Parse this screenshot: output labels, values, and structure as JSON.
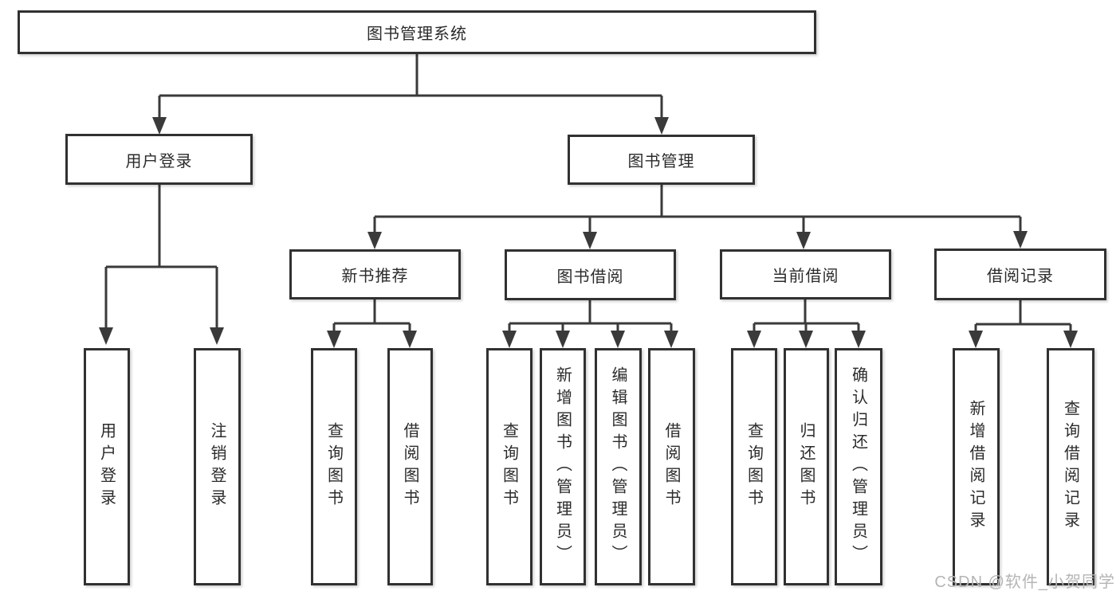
{
  "nodes": {
    "root": "图书管理系统",
    "user_login": "用户登录",
    "book_mgmt": "图书管理",
    "new_book_rec": "新书推荐",
    "book_borrow": "图书借阅",
    "current_borrow": "当前借阅",
    "borrow_records": "借阅记录",
    "leaf_user_login": "用户登录",
    "leaf_logout": "注销登录",
    "leaf_query_book_rec": "查询图书",
    "leaf_borrow_book_rec": "借阅图书",
    "leaf_query_book_borrow": "查询图书",
    "leaf_add_book": "新增图书（管理员）",
    "leaf_edit_book": "编辑图书（管理员）",
    "leaf_borrow_book_borrow": "借阅图书",
    "leaf_query_book_current": "查询图书",
    "leaf_return_book": "归还图书",
    "leaf_confirm_return": "确认归还（管理员）",
    "leaf_add_borrow_record": "新增借阅记录",
    "leaf_query_borrow_record": "查询借阅记录"
  },
  "watermark": "CSDN @软件_小贺同学",
  "colors": {
    "line": "#3a3a3a",
    "border": "#313131",
    "text": "#2b2b2b",
    "watermark": "#b5b5b5",
    "background": "#ffffff"
  }
}
